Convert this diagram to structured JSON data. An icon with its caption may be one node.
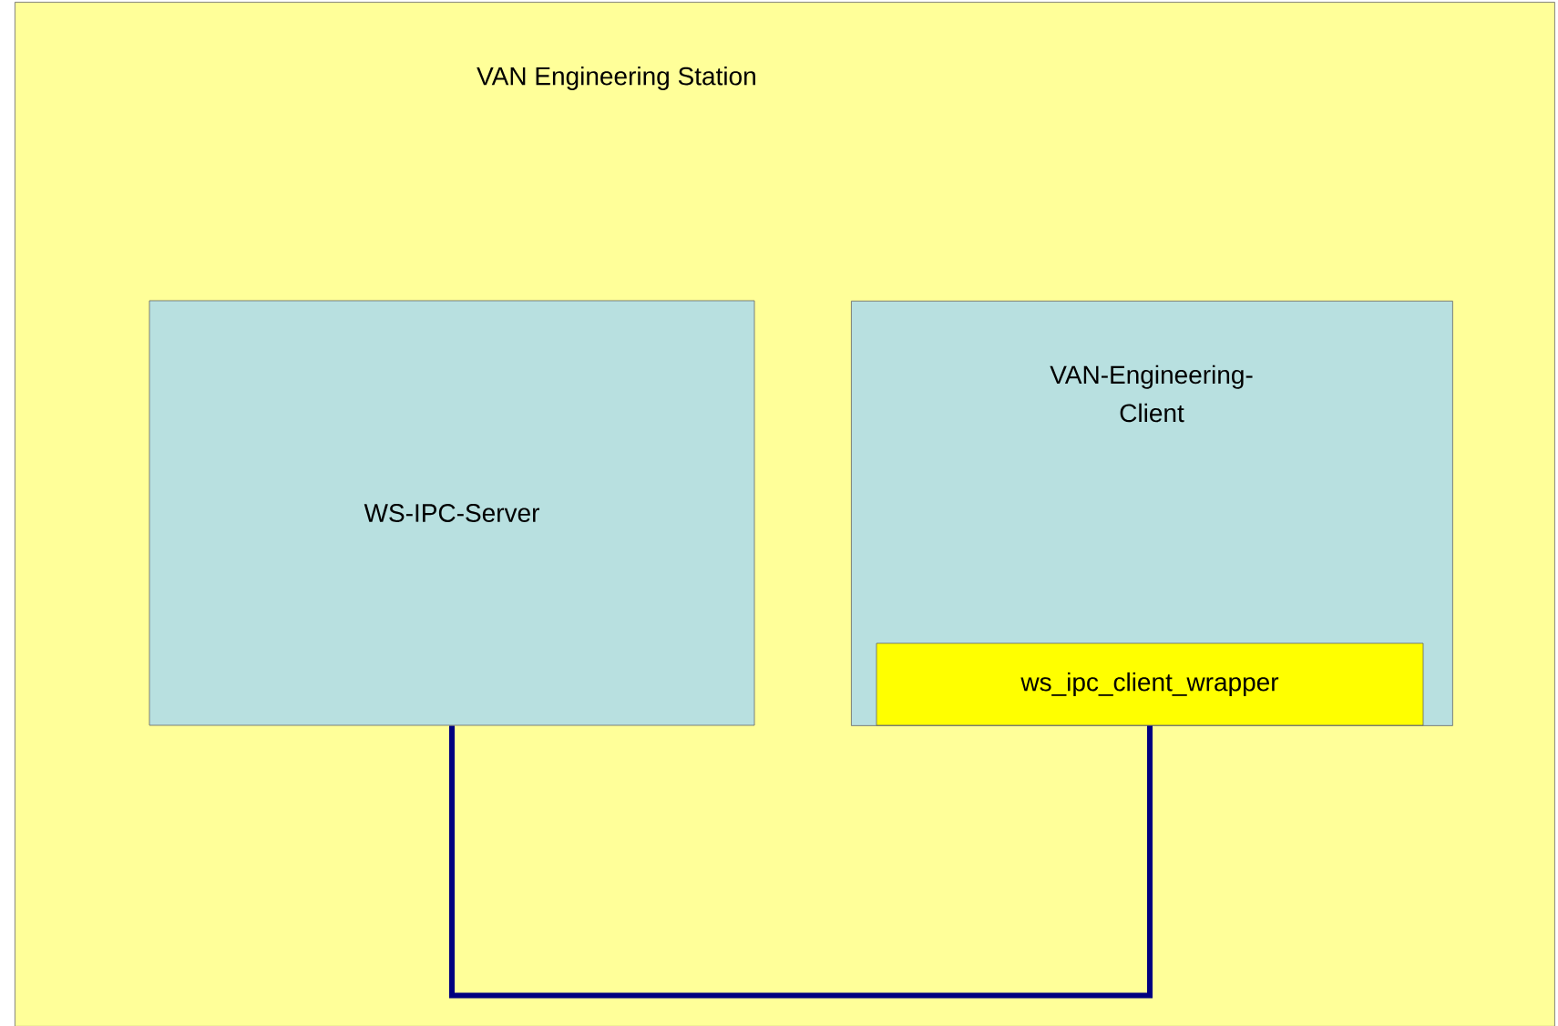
{
  "diagram": {
    "nodes": [
      {
        "text": [
          "VAN Engineering Station"
        ]
      },
      {
        "text": [
          "WS-IPC-Server"
        ],
        "in": 0
      },
      {
        "text": [
          "VAN-Engineering-Client"
        ],
        "in": 0
      },
      {
        "text": [
          "ws_ipc_client_wrapper"
        ],
        "in": 2
      }
    ],
    "edges": [
      {
        "from": 1,
        "to": 3,
        "arrow": "none"
      }
    ]
  }
}
